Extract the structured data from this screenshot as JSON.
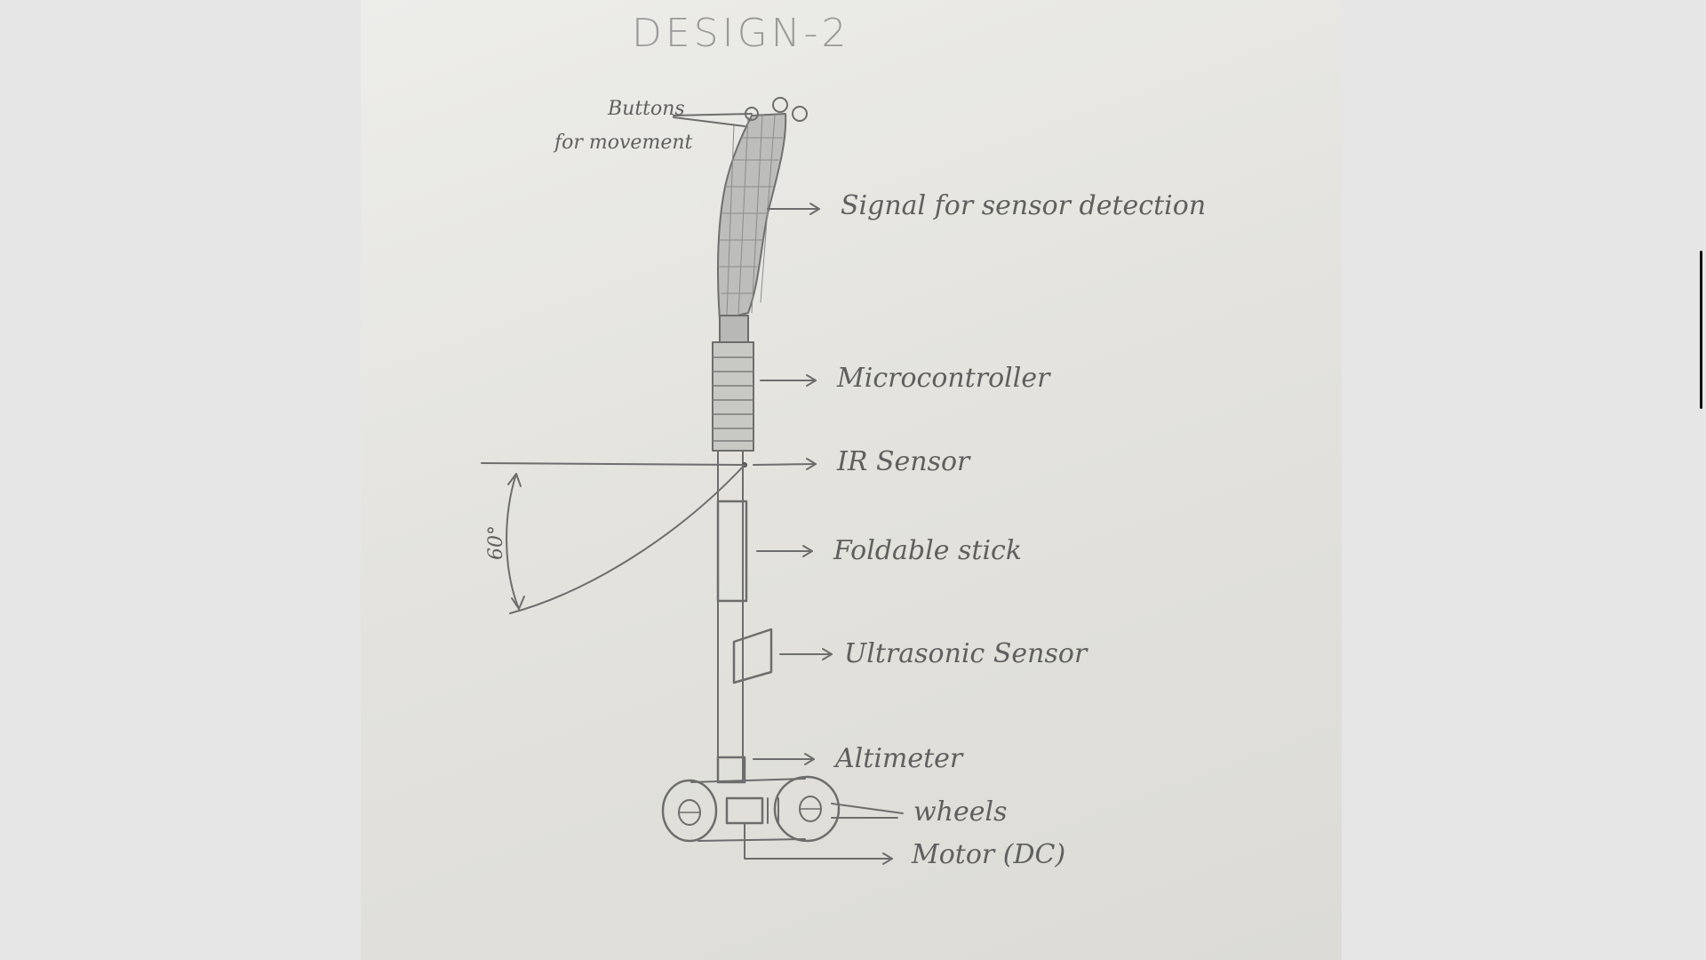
{
  "title": "DESIGN-2",
  "labels": {
    "buttons": "Buttons",
    "buttons_sub": "for movement",
    "signal": "Signal for sensor detection",
    "microcontroller": "Microcontroller",
    "ir_sensor": "IR Sensor",
    "foldable_stick": "Foldable stick",
    "ultrasonic_sensor": "Ultrasonic Sensor",
    "altimeter": "Altimeter",
    "wheels": "wheels",
    "motor": "Motor (DC)",
    "angle": "60°"
  }
}
